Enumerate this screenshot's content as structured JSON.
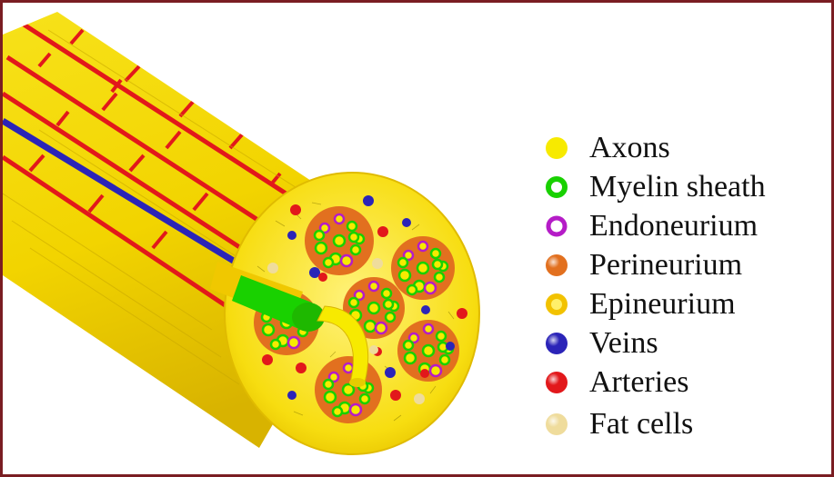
{
  "legend": [
    {
      "label": "Axons",
      "icon": "filled-yellow-dot-icon",
      "fill": "#f7ea00",
      "ring": null
    },
    {
      "label": "Myelin sheath",
      "icon": "green-ring-icon",
      "fill": "#ffffff",
      "ring": "#19d100"
    },
    {
      "label": "Endoneurium",
      "icon": "purple-ring-icon",
      "fill": "#ffffff",
      "ring": "#b51cc7"
    },
    {
      "label": "Perineurium",
      "icon": "orange-ball-icon",
      "fill": "#e2701f",
      "ring": null
    },
    {
      "label": "Epineurium",
      "icon": "yellow-ring-icon",
      "fill": "#ffe14a",
      "ring": "#f2c200"
    },
    {
      "label": "Veins",
      "icon": "blue-ball-icon",
      "fill": "#2b24b8",
      "ring": null
    },
    {
      "label": "Arteries",
      "icon": "red-ball-icon",
      "fill": "#e2181b",
      "ring": null
    },
    {
      "label": "Fat cells",
      "icon": "cream-ball-icon",
      "fill": "#efdc9c",
      "ring": null
    }
  ],
  "colors": {
    "frame": "#7a1d22",
    "nerve_yellow": "#f4d700",
    "nerve_shade": "#d9b400",
    "artery_red": "#e2181b",
    "vein_blue": "#2b24b8",
    "fascicle_orange": "#e2701f"
  }
}
